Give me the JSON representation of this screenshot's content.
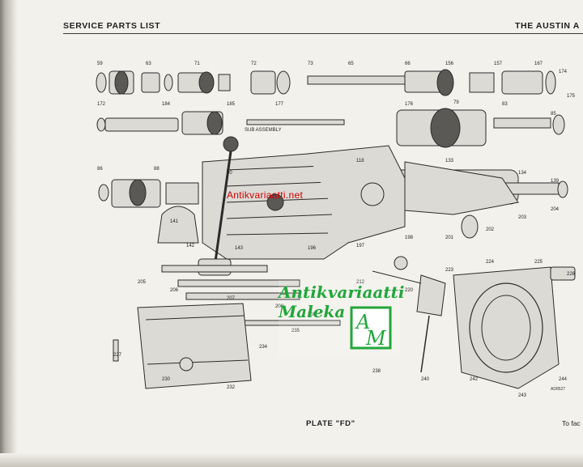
{
  "header": {
    "left_title": "SERVICE PARTS LIST",
    "right_title": "THE AUSTIN A"
  },
  "footer": {
    "plate_label": "PLATE \"FD\"",
    "right_text": "To fac"
  },
  "watermarks": {
    "url_text": "Antikvariaatti.net",
    "shop_line1": "Antikvariaatti",
    "shop_line2": "Maleka",
    "url_color": "#d40000",
    "shop_color": "#22a63a"
  },
  "drawing": {
    "sub_assembly_label": "SUB ASSEMBLY",
    "drawing_code": "AD8527",
    "part_numbers": [
      "59",
      "63",
      "71",
      "72",
      "73",
      "65",
      "66",
      "156",
      "157",
      "167",
      "174",
      "175",
      "172",
      "184",
      "185",
      "177",
      "176",
      "79",
      "83",
      "85",
      "86",
      "88",
      "90",
      "118",
      "133",
      "134",
      "139",
      "141",
      "142",
      "143",
      "196",
      "197",
      "198",
      "201",
      "202",
      "203",
      "204",
      "205",
      "206",
      "207",
      "208",
      "210",
      "212",
      "220",
      "223",
      "224",
      "225",
      "226",
      "227",
      "230",
      "232",
      "234",
      "235",
      "238",
      "240",
      "242",
      "243",
      "244"
    ]
  }
}
